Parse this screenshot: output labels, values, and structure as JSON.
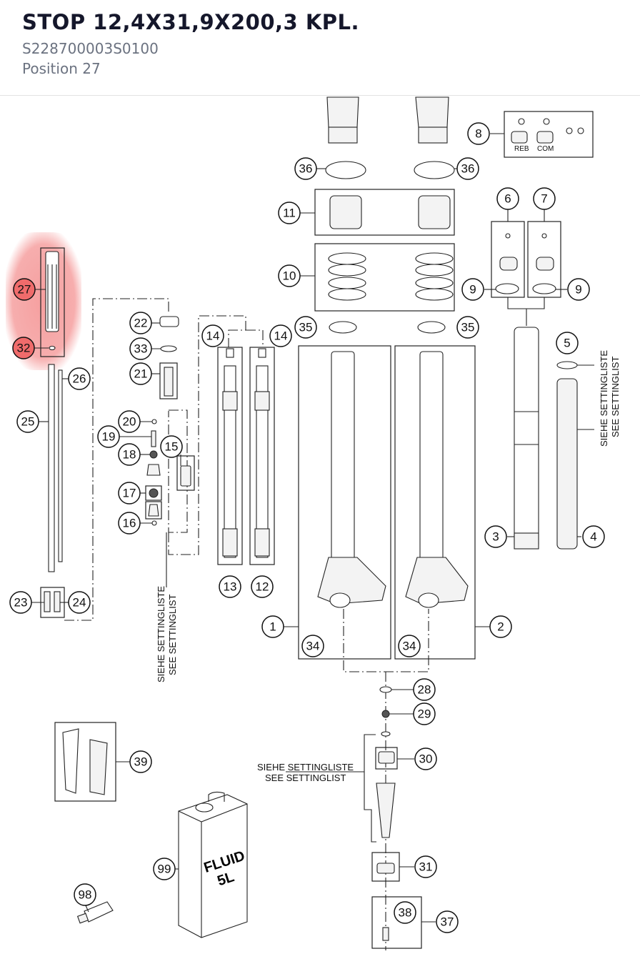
{
  "header": {
    "title": "STOP 12,4X31,9X200,3 KPL.",
    "article_number": "S228700003S0100",
    "position": "Position 27"
  },
  "diagram": {
    "highlight_color": "#f06b6b",
    "labels": [
      "1",
      "2",
      "3",
      "4",
      "5",
      "6",
      "7",
      "8",
      "9",
      "9",
      "10",
      "11",
      "12",
      "13",
      "14",
      "14",
      "15",
      "16",
      "17",
      "18",
      "19",
      "20",
      "21",
      "22",
      "23",
      "24",
      "25",
      "26",
      "27",
      "28",
      "29",
      "30",
      "31",
      "32",
      "33",
      "34",
      "34",
      "35",
      "35",
      "36",
      "36",
      "37",
      "38",
      "39",
      "98",
      "99"
    ],
    "highlighted_labels": [
      "27",
      "32"
    ],
    "notes": {
      "settingliste_de": "SIEHE SETTINGLISTE",
      "settinglist_en": "SEE SETTINGLIST"
    },
    "clicker_labels": {
      "rebound": "REB",
      "compression": "COM"
    },
    "fluid_can": {
      "line1": "FLUID",
      "line2": "5L"
    }
  }
}
